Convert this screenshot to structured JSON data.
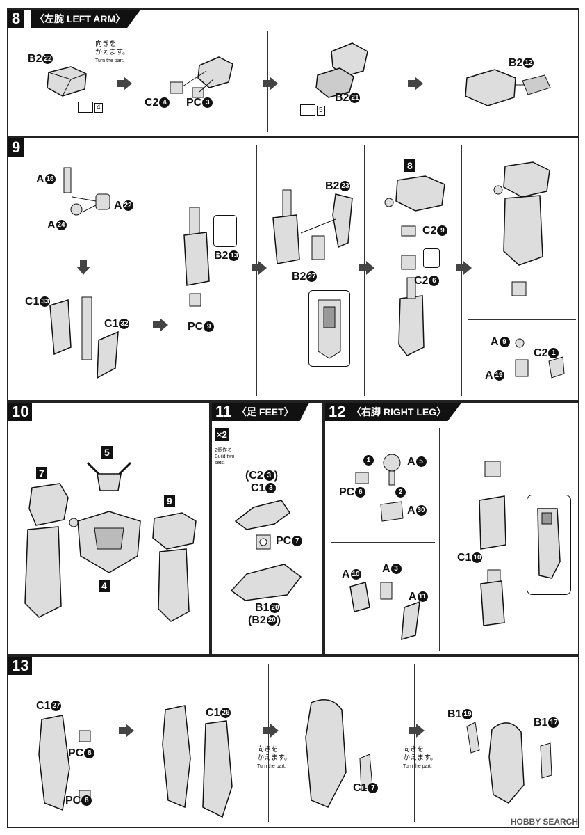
{
  "step8": {
    "num": "8",
    "title": "〈左腕 LEFT ARM〉",
    "labels": {
      "b2_22": "B2",
      "c2_4": "C2",
      "pc_3": "PC",
      "b2_21": "B2",
      "b2_12": "B2"
    },
    "circles": {
      "c22": "22",
      "c4": "4",
      "c3": "3",
      "c21": "21",
      "c12": "12"
    },
    "note_jp": "向きを\nかえます。",
    "note_en": "Turn the part.",
    "ref1": "4",
    "ref2": "5"
  },
  "step9": {
    "num": "9",
    "labels": {
      "a16": "A",
      "a22": "A",
      "a24": "A",
      "c1_33": "C1",
      "c1_32": "C1",
      "b2_13": "B2",
      "pc9": "PC",
      "b2_23": "B2",
      "b2_27": "B2",
      "c2_9": "C2",
      "c2_6": "C2",
      "a9": "A",
      "c2_1": "C2",
      "a19": "A"
    },
    "circles": {
      "n16": "16",
      "n22": "22",
      "n24": "24",
      "n33": "33",
      "n32": "32",
      "n13": "13",
      "n9": "9",
      "n23": "23",
      "n27": "27",
      "n9b": "9",
      "n6": "6",
      "n9c": "9",
      "n1": "1",
      "n19": "19"
    },
    "box8": "8"
  },
  "step10": {
    "num": "10",
    "box7": "7",
    "box5": "5",
    "box9": "9",
    "box4": "4"
  },
  "step11": {
    "num": "11",
    "title": "〈足 FEET〉",
    "x2": "×2",
    "sub": "2個作る\nBuild two\nsets.",
    "l1": "(C2",
    "c1_3": "C1",
    "pc7": "PC",
    "b1_20": "B1",
    "b2_20": "(B2",
    "circles": {
      "n3a": "3",
      "n3b": "3",
      "n7": "7",
      "n20a": "20",
      "n20b": "20"
    }
  },
  "step12": {
    "num": "12",
    "title": "〈右脚 RIGHT LEG〉",
    "labels": {
      "a5": "A",
      "pc6": "PC",
      "a30": "A",
      "a10": "A",
      "a3": "A",
      "a11": "A",
      "c1_10": "C1"
    },
    "circles": {
      "n5": "5",
      "n6": "6",
      "n30": "30",
      "n10": "10",
      "n3": "3",
      "n11": "11",
      "n10b": "10",
      "s1": "1",
      "s2": "2"
    }
  },
  "step13": {
    "num": "13",
    "labels": {
      "c1_27": "C1",
      "pc8a": "PC",
      "pc8b": "PC",
      "c1_26": "C1",
      "c1_7": "C1",
      "b1_19": "B1",
      "b1_17": "B1"
    },
    "circles": {
      "n27": "27",
      "n8a": "8",
      "n8b": "8",
      "n26": "26",
      "n7": "7",
      "n19": "19",
      "n17": "17"
    },
    "note_jp": "向きを\nかえます。",
    "note_en": "Turn the part."
  },
  "footer": "HOBBY SEARCH",
  "colors": {
    "ink": "#111111",
    "part_fill": "#d8d8d8",
    "part_shade": "#9a9a9a"
  }
}
